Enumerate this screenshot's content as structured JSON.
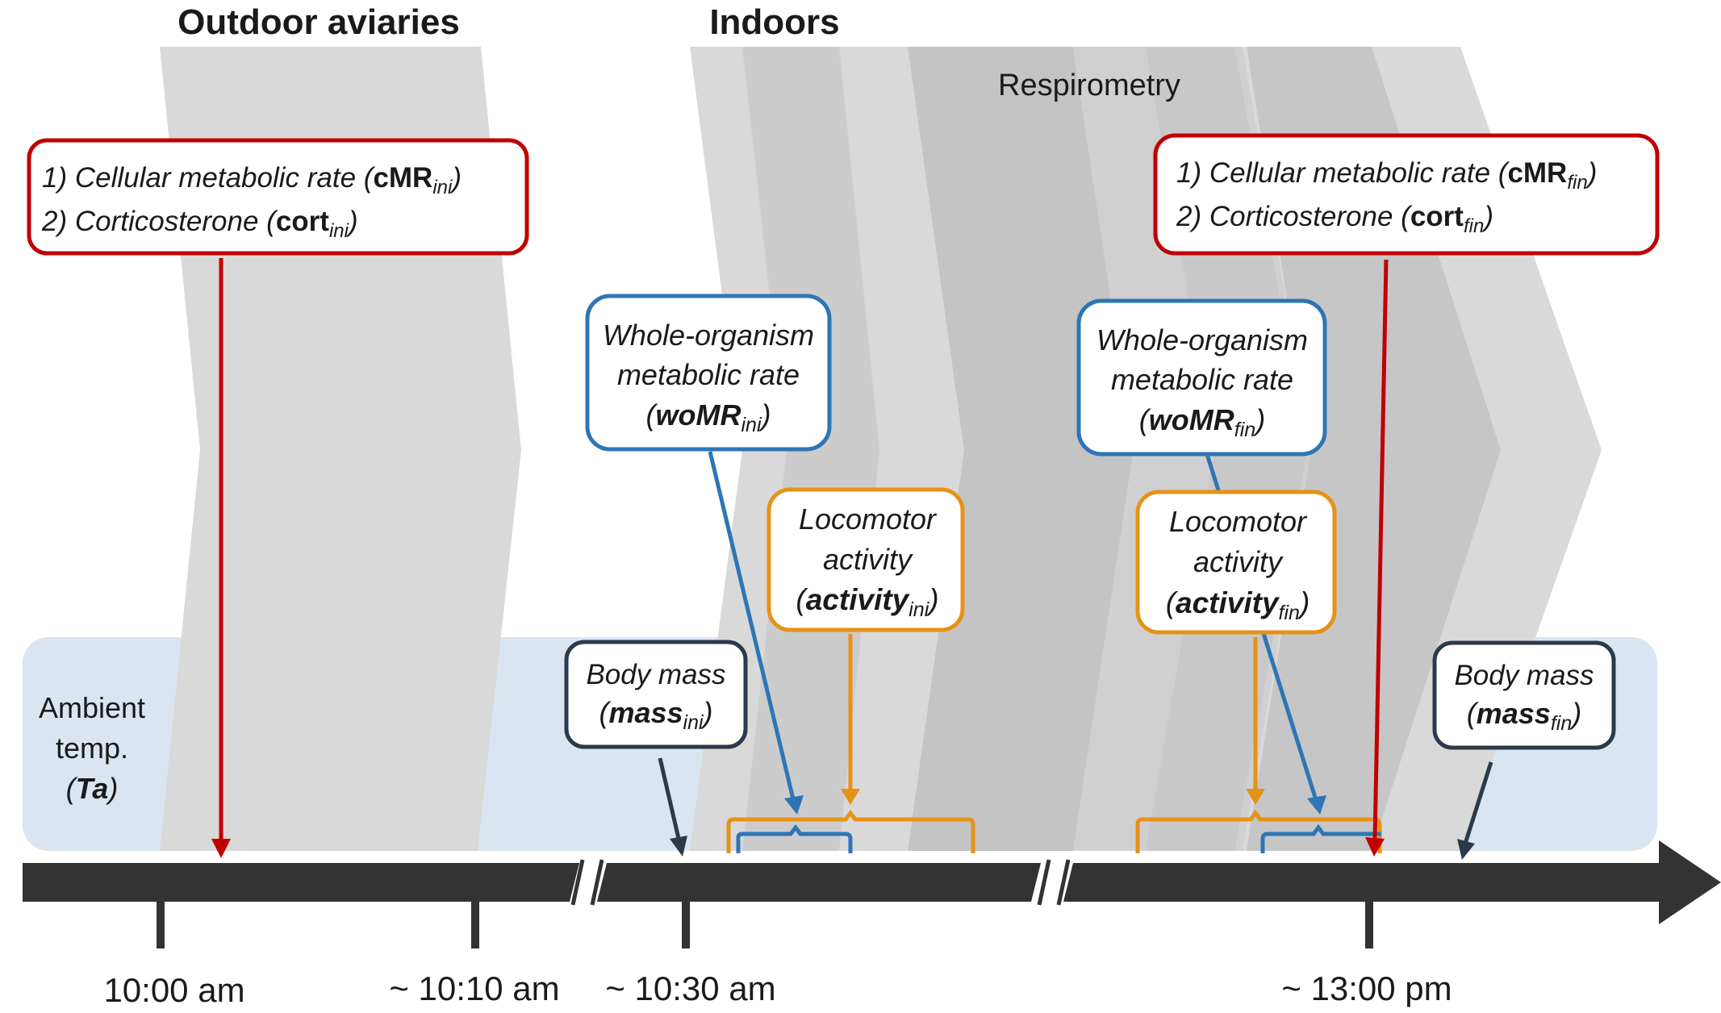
{
  "headers": {
    "outdoor": "Outdoor aviaries",
    "indoors": "Indoors",
    "respirometry": "Respirometry"
  },
  "ambient": {
    "line1": "Ambient",
    "line2": "temp.",
    "symbol": "Ta",
    "open": "(",
    "close": ")"
  },
  "cmr_ini": {
    "line1": "1) Cellular metabolic rate (",
    "line1_bold": "cMR",
    "line1_sub": "ini",
    "line1_close": ")",
    "line2": "2) Corticosterone (",
    "line2_bold": "cort",
    "line2_sub": "ini",
    "line2_close": ")"
  },
  "cmr_fin": {
    "line1": "1) Cellular metabolic rate (",
    "line1_bold": "cMR",
    "line1_sub": "fin",
    "line1_close": ")",
    "line2": "2) Corticosterone (",
    "line2_bold": "cort",
    "line2_sub": "fin",
    "line2_close": ")"
  },
  "womr_ini": {
    "line1": "Whole-organism",
    "line2": "metabolic rate",
    "open": "(",
    "bold": "woMR",
    "sub": "ini",
    "close": ")"
  },
  "womr_fin": {
    "line1": "Whole-organism",
    "line2": "metabolic rate",
    "open": "(",
    "bold": "woMR",
    "sub": "fin",
    "close": ")"
  },
  "activity_ini": {
    "line1": "Locomotor",
    "line2": "activity",
    "open": "(",
    "bold": "activity",
    "sub": "ini",
    "close": ")"
  },
  "activity_fin": {
    "line1": "Locomotor",
    "line2": "activity",
    "open": "(",
    "bold": "activity",
    "sub": "fin",
    "close": ")"
  },
  "mass_ini": {
    "line1": "Body mass",
    "open": "(",
    "bold": "mass",
    "sub": "ini",
    "close": ")"
  },
  "mass_fin": {
    "line1": "Body mass",
    "open": "(",
    "bold": "mass",
    "sub": "fin",
    "close": ")"
  },
  "timeline": {
    "ticks": [
      "10:00 am",
      "~ 10:10 am",
      "~ 10:30 am",
      "~ 13:00 pm"
    ]
  },
  "colors": {
    "red": "#c00000",
    "blue": "#2e75b6",
    "orange": "#e69216",
    "navy": "#2b3a4a",
    "axis": "#333333",
    "ambient_bg": "#dbe5f1",
    "chevron_light": "#d9d9d9",
    "chevron_dark": "#c4c4c4"
  }
}
